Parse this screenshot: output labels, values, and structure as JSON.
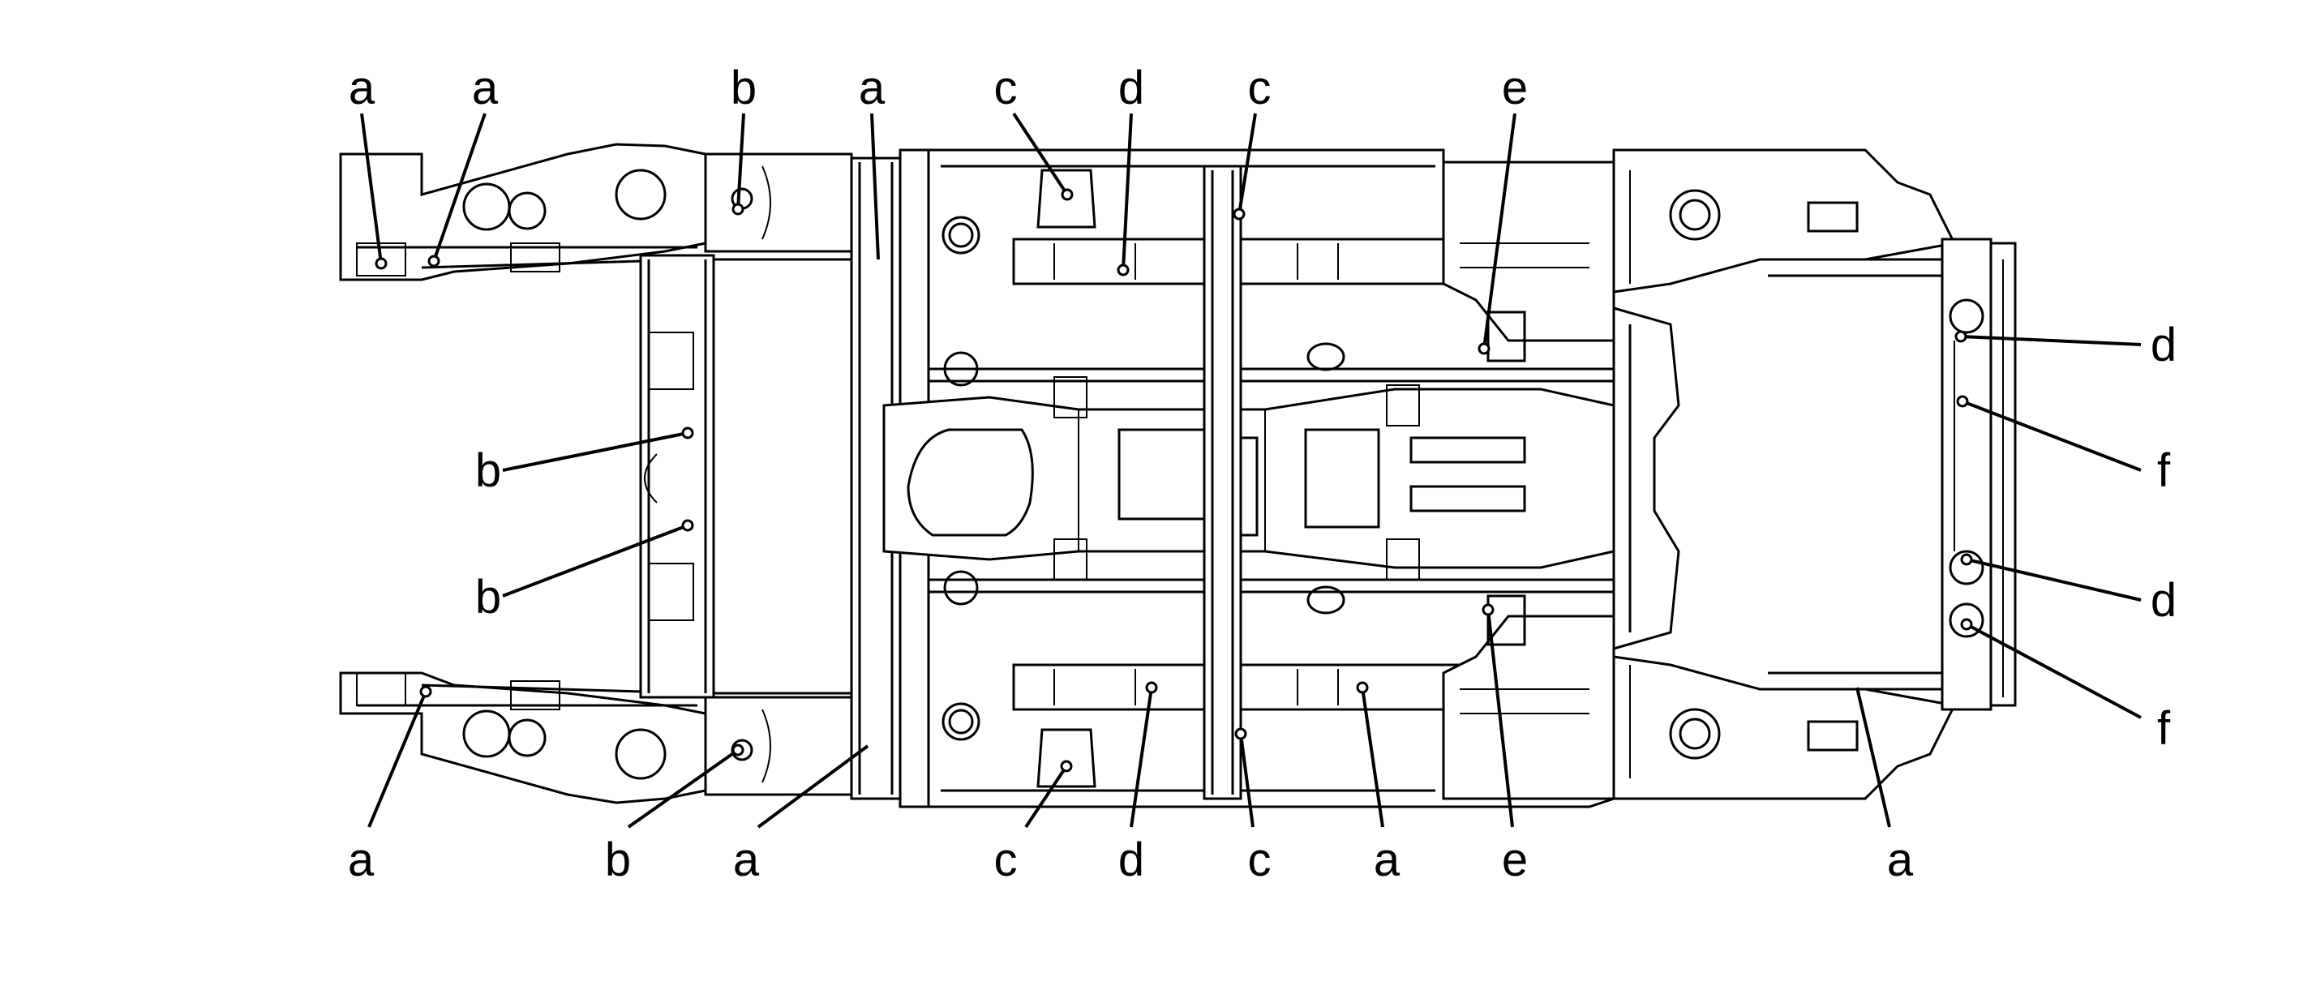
{
  "figure": {
    "callouts": {
      "a": "a",
      "b": "b",
      "c": "c",
      "d": "d",
      "e": "e",
      "f": "f"
    }
  }
}
